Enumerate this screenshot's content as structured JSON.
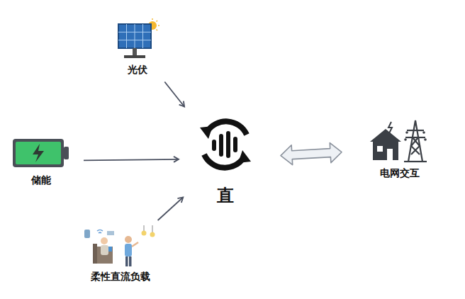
{
  "diagram": {
    "nodes": [
      {
        "text": [
          "光伏"
        ]
      },
      {
        "text": [
          "储能"
        ]
      },
      {
        "text": [
          "直"
        ]
      },
      {
        "text": [
          "电网交互"
        ]
      },
      {
        "text": [
          "柔性直流负载"
        ]
      }
    ],
    "edges": [
      {
        "from": 0,
        "to": 2,
        "arrow": "to"
      },
      {
        "from": 1,
        "to": 2,
        "arrow": "to"
      },
      {
        "from": 4,
        "to": 2,
        "arrow": "to"
      },
      {
        "from": 2,
        "to": 3,
        "arrow": "both"
      }
    ]
  }
}
